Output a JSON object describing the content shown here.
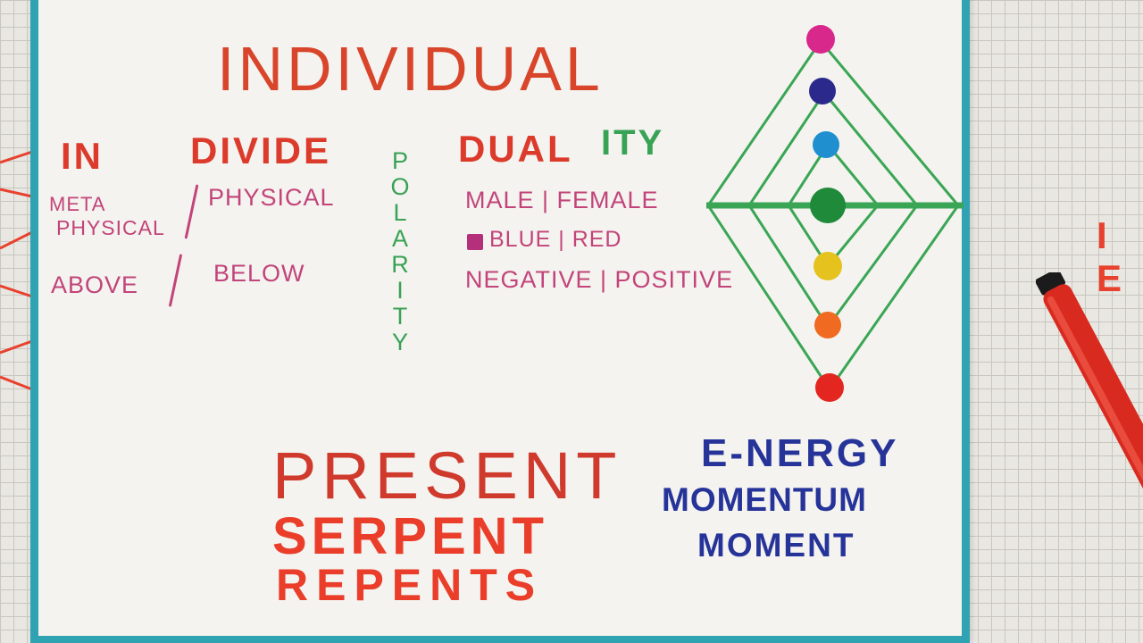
{
  "title": "INDIVIDUAL",
  "headings": {
    "in": "IN",
    "divide": "DIVIDE",
    "dual": "DUAL",
    "ity": "ITY"
  },
  "polarity_letters": [
    "P",
    "O",
    "L",
    "A",
    "R",
    "I",
    "T",
    "Y"
  ],
  "left_pairs": {
    "meta": "META",
    "physical_a": "PHYSICAL",
    "physical_b": "PHYSICAL",
    "above": "ABOVE",
    "below": "BELOW"
  },
  "dualities": {
    "male_female": "MALE | FEMALE",
    "blue_red": "BLUE | RED",
    "neg_pos": "NEGATIVE | POSITIVE"
  },
  "bottom_left": {
    "present": "PRESENT",
    "serpent": "SERPENT",
    "repents": "REPENTS"
  },
  "bottom_right": {
    "energy": "E-NERGY",
    "momentum": "MOMENTUM",
    "moment": "MOMENT"
  },
  "chakra_colors": [
    "#d9288b",
    "#2b2a8c",
    "#1f8fd0",
    "#1f8a3a",
    "#e5c21d",
    "#f06a22",
    "#e3261f"
  ],
  "line_color": "#3aa655",
  "edge_text": {
    "line1": "I",
    "line2": "E"
  }
}
